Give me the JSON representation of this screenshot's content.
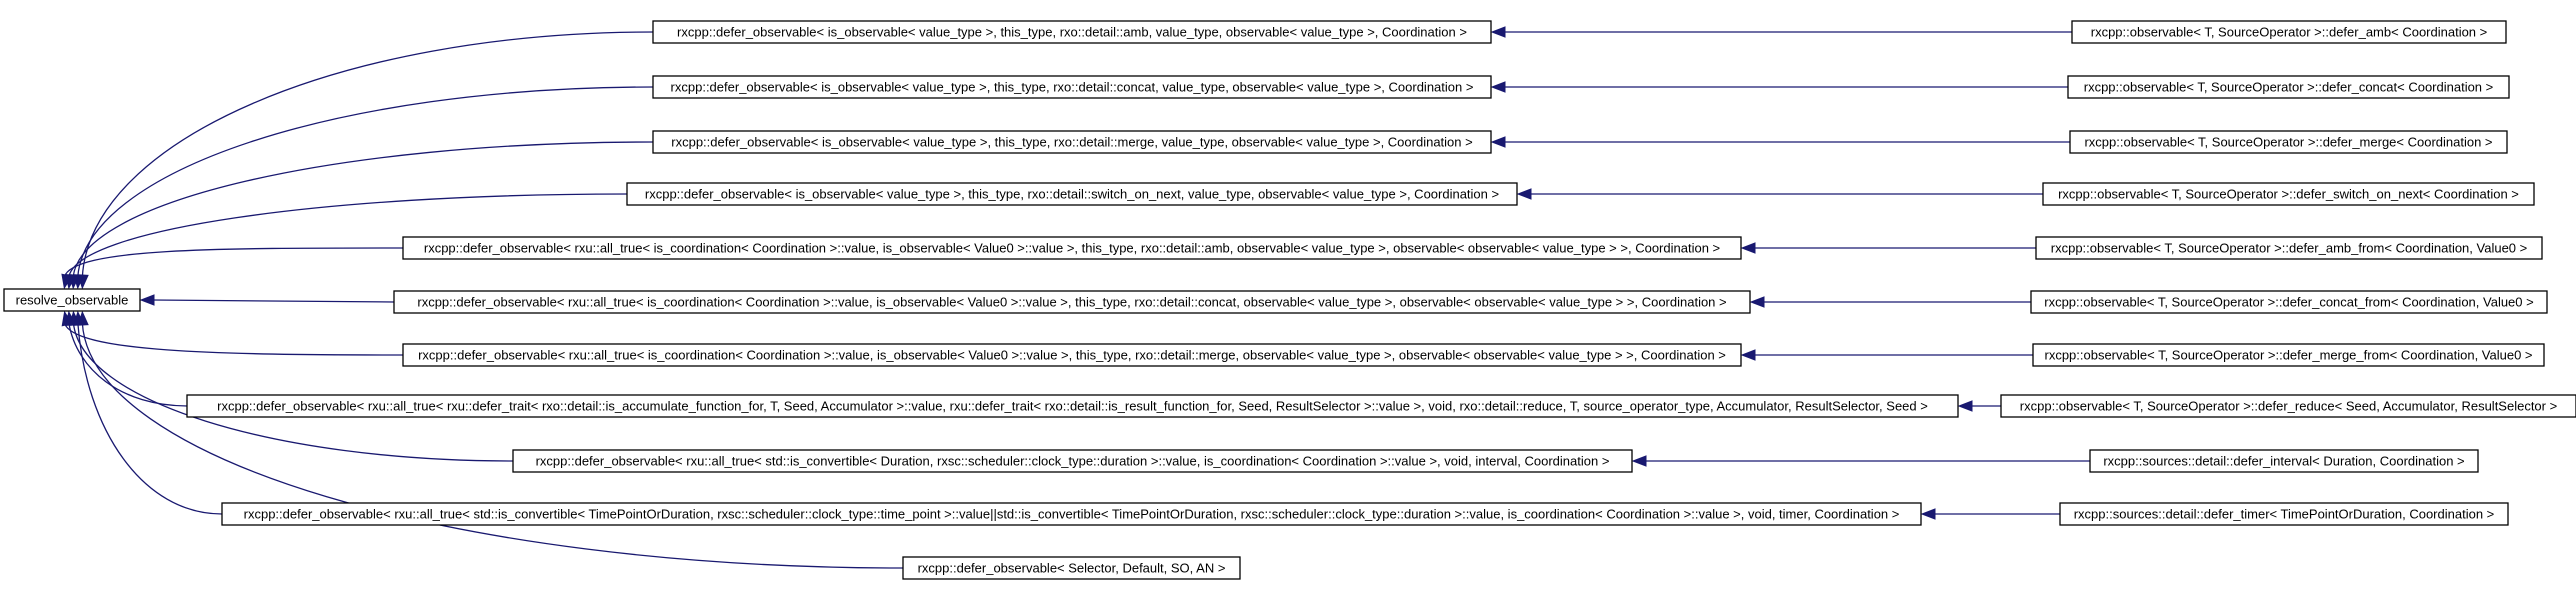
{
  "diagram": {
    "root": {
      "id": "resolve_observable",
      "label": "resolve_observable"
    },
    "middle_nodes": [
      {
        "id": "m0",
        "label": "rxcpp::defer_observable< is_observable< value_type >, this_type, rxo::detail::amb, value_type, observable< value_type >, Coordination >"
      },
      {
        "id": "m1",
        "label": "rxcpp::defer_observable< is_observable< value_type >, this_type, rxo::detail::concat, value_type, observable< value_type >, Coordination >"
      },
      {
        "id": "m2",
        "label": "rxcpp::defer_observable< is_observable< value_type >, this_type, rxo::detail::merge, value_type, observable< value_type >, Coordination >"
      },
      {
        "id": "m3",
        "label": "rxcpp::defer_observable< is_observable< value_type >, this_type, rxo::detail::switch_on_next, value_type, observable< value_type >, Coordination >"
      },
      {
        "id": "m4",
        "label": "rxcpp::defer_observable< rxu::all_true< is_coordination< Coordination >::value, is_observable< Value0 >::value >, this_type, rxo::detail::amb, observable< value_type >, observable< observable< value_type > >, Coordination >"
      },
      {
        "id": "m5",
        "label": "rxcpp::defer_observable< rxu::all_true< is_coordination< Coordination >::value, is_observable< Value0 >::value >, this_type, rxo::detail::concat, observable< value_type >, observable< observable< value_type > >, Coordination >"
      },
      {
        "id": "m6",
        "label": "rxcpp::defer_observable< rxu::all_true< is_coordination< Coordination >::value, is_observable< Value0 >::value >, this_type, rxo::detail::merge, observable< value_type >, observable< observable< value_type > >, Coordination >"
      },
      {
        "id": "m7",
        "label": "rxcpp::defer_observable< rxu::all_true< rxu::defer_trait< rxo::detail::is_accumulate_function_for, T, Seed, Accumulator >::value, rxu::defer_trait< rxo::detail::is_result_function_for, Seed, ResultSelector >::value >, void, rxo::detail::reduce, T, source_operator_type, Accumulator, ResultSelector, Seed >"
      },
      {
        "id": "m8",
        "label": "rxcpp::defer_observable< rxu::all_true< std::is_convertible< Duration, rxsc::scheduler::clock_type::duration >::value, is_coordination< Coordination >::value >, void, interval, Coordination >"
      },
      {
        "id": "m9",
        "label": "rxcpp::defer_observable< rxu::all_true< std::is_convertible< TimePointOrDuration, rxsc::scheduler::clock_type::time_point >::value||std::is_convertible< TimePointOrDuration, rxsc::scheduler::clock_type::duration >::value, is_coordination< Coordination >::value >, void, timer, Coordination >"
      },
      {
        "id": "m10",
        "label": "rxcpp::defer_observable< Selector, Default, SO, AN >"
      }
    ],
    "right_nodes": [
      {
        "id": "r0",
        "parent": "m0",
        "label": "rxcpp::observable< T, SourceOperator >::defer_amb< Coordination >"
      },
      {
        "id": "r1",
        "parent": "m1",
        "label": "rxcpp::observable< T, SourceOperator >::defer_concat< Coordination >"
      },
      {
        "id": "r2",
        "parent": "m2",
        "label": "rxcpp::observable< T, SourceOperator >::defer_merge< Coordination >"
      },
      {
        "id": "r3",
        "parent": "m3",
        "label": "rxcpp::observable< T, SourceOperator >::defer_switch_on_next< Coordination >"
      },
      {
        "id": "r4",
        "parent": "m4",
        "label": "rxcpp::observable< T, SourceOperator >::defer_amb_from< Coordination, Value0 >"
      },
      {
        "id": "r5",
        "parent": "m5",
        "label": "rxcpp::observable< T, SourceOperator >::defer_concat_from< Coordination, Value0 >"
      },
      {
        "id": "r6",
        "parent": "m6",
        "label": "rxcpp::observable< T, SourceOperator >::defer_merge_from< Coordination, Value0 >"
      },
      {
        "id": "r7",
        "parent": "m7",
        "label": "rxcpp::observable< T, SourceOperator >::defer_reduce< Seed, Accumulator, ResultSelector >"
      },
      {
        "id": "r8",
        "parent": "m8",
        "label": "rxcpp::sources::detail::defer_interval< Duration, Coordination >"
      },
      {
        "id": "r9",
        "parent": "m9",
        "label": "rxcpp::sources::detail::defer_timer< TimePointOrDuration, Coordination >"
      }
    ],
    "colors": {
      "edge": "#191970",
      "node_border": "#000000",
      "node_fill": "#ffffff",
      "background": "#ffffff"
    }
  }
}
